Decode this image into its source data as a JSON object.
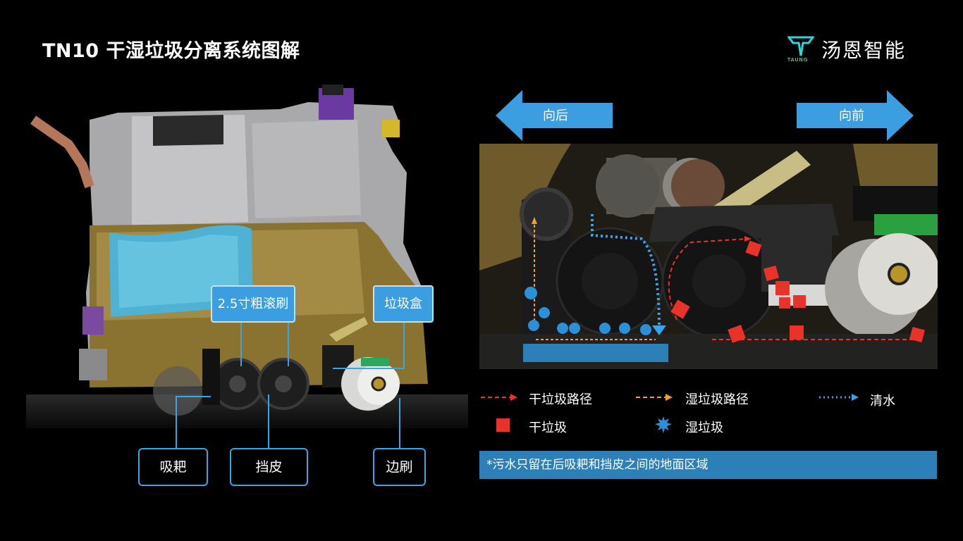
{
  "header": {
    "title": "TN10 干湿垃圾分离系统图解",
    "brand_name": "汤恩智能",
    "brand_sub": "TAUNG"
  },
  "callouts": {
    "roller_brush": "2.5寸粗滚刷",
    "dust_box": "垃圾盒"
  },
  "labels": {
    "squeegee": "吸耙",
    "flap": "挡皮",
    "side_brush": "边刷"
  },
  "directions": {
    "backward": "向后",
    "forward": "向前"
  },
  "legend": {
    "dry_path": "干垃圾路径",
    "wet_path": "湿垃圾路径",
    "clean_water": "清水",
    "dry_debris": "干垃圾",
    "wet_debris": "湿垃圾"
  },
  "note": "*污水只留在后吸耙和挡皮之间的地面区域",
  "colors": {
    "accent_blue": "#3a9ee0",
    "dry_red": "#e8322a",
    "wet_orange": "#f0a030",
    "water_blue": "#3aa4e8",
    "note_bg": "#2d7fb8"
  }
}
